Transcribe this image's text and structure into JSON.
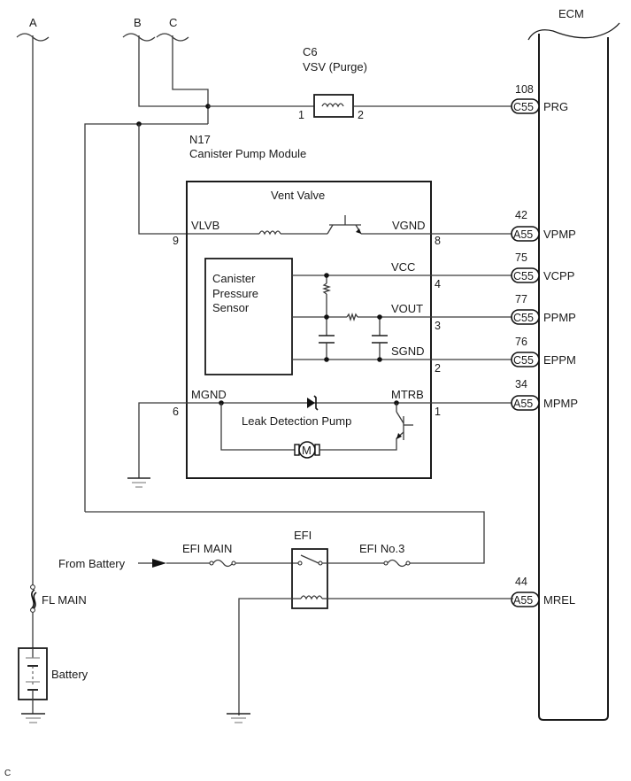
{
  "diagram": {
    "wire_refs": [
      "A",
      "B",
      "C"
    ],
    "ecm": {
      "label": "ECM"
    },
    "vsv": {
      "code": "C6",
      "name": "VSV (Purge)",
      "pin_left": "1",
      "pin_right": "2"
    },
    "pump_module": {
      "code": "N17",
      "name": "Canister Pump Module"
    },
    "vent_valve": {
      "title": "Vent Valve"
    },
    "pressure_sensor": {
      "line1": "Canister",
      "line2": "Pressure",
      "line3": "Sensor"
    },
    "leak_pump": {
      "label": "Leak Detection Pump",
      "motor": "M"
    },
    "module_pins": [
      {
        "name": "VLVB",
        "number": "9"
      },
      {
        "name": "VGND",
        "number": "8"
      },
      {
        "name": "VCC",
        "number": "4"
      },
      {
        "name": "VOUT",
        "number": "3"
      },
      {
        "name": "SGND",
        "number": "2"
      },
      {
        "name": "MGND",
        "number": "6"
      },
      {
        "name": "MTRB",
        "number": "1"
      }
    ],
    "ecm_terminals": [
      {
        "pin": "108",
        "connector": "C55",
        "signal": "PRG"
      },
      {
        "pin": "42",
        "connector": "A55",
        "signal": "VPMP"
      },
      {
        "pin": "75",
        "connector": "C55",
        "signal": "VCPP"
      },
      {
        "pin": "77",
        "connector": "C55",
        "signal": "PPMP"
      },
      {
        "pin": "76",
        "connector": "C55",
        "signal": "EPPM"
      },
      {
        "pin": "34",
        "connector": "A55",
        "signal": "MPMP"
      },
      {
        "pin": "44",
        "connector": "A55",
        "signal": "MREL"
      }
    ],
    "power": {
      "from_battery": "From Battery",
      "efi_main": "EFI MAIN",
      "efi_relay": "EFI",
      "efi_no3": "EFI No.3",
      "fl_main": "FL MAIN",
      "battery": "Battery"
    },
    "footer_mark": "C"
  }
}
